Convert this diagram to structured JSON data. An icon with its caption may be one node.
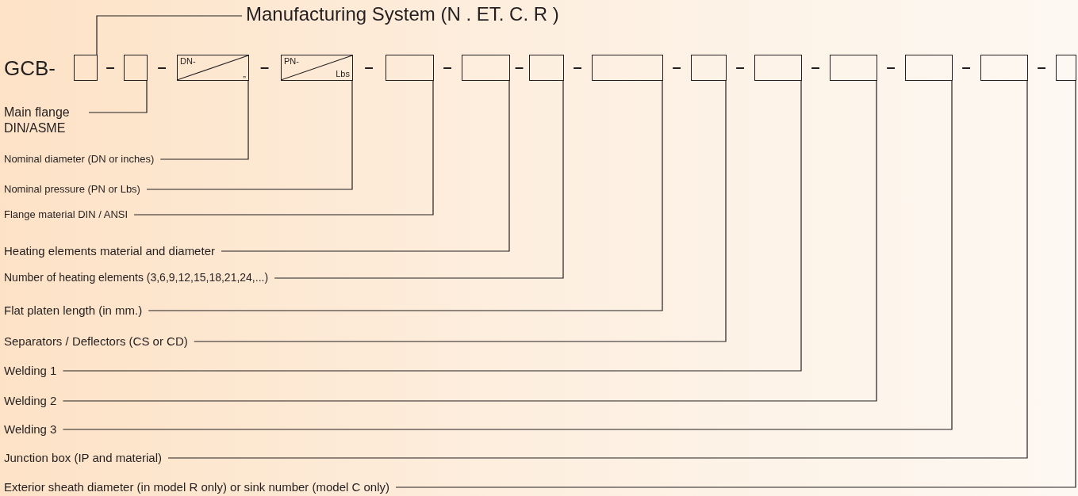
{
  "diagram": {
    "nodes": [
      {
        "text": [
          "Manufacturing System (N . ET. C. R )"
        ]
      },
      {
        "text": [],
        "shape": "box"
      },
      {
        "text": [],
        "shape": "box"
      },
      {
        "text": [
          "DN-",
          "„"
        ]
      },
      {
        "text": [
          "PN-",
          "Lbs"
        ]
      },
      {
        "text": [],
        "shape": "box"
      },
      {
        "text": [],
        "shape": "box"
      },
      {
        "text": [],
        "shape": "box"
      },
      {
        "text": [],
        "shape": "box"
      },
      {
        "text": [],
        "shape": "box"
      },
      {
        "text": [],
        "shape": "box"
      },
      {
        "text": [],
        "shape": "box"
      },
      {
        "text": [],
        "shape": "box"
      },
      {
        "text": [],
        "shape": "box"
      },
      {
        "text": [],
        "shape": "box"
      },
      {
        "text": [
          "Main flange DIN/ASME"
        ]
      },
      {
        "text": [
          "Nominal diameter (DN or inches)"
        ]
      },
      {
        "text": [
          "Nominal pressure (PN or Lbs)"
        ]
      },
      {
        "text": [
          "Flange material DIN / ANSI"
        ]
      },
      {
        "text": [
          "Heating elements material and diameter"
        ]
      },
      {
        "text": [
          "Number of heating elements (3,6,9,12,15,18,21,24,...)"
        ]
      },
      {
        "text": [
          "Flat platen length (in mm.)"
        ]
      },
      {
        "text": [
          "Separators / Deflectors (CS or CD)"
        ]
      },
      {
        "text": [
          "Welding 1"
        ]
      },
      {
        "text": [
          "Welding 2"
        ]
      },
      {
        "text": [
          "Welding 3"
        ]
      },
      {
        "text": [
          "Junction box (IP and material)"
        ]
      },
      {
        "text": [
          "Exterior sheath diameter (in model R only) or sink number (model C only)"
        ]
      }
    ],
    "edges": [
      {
        "from": 0,
        "to": 1,
        "arrow": "none"
      },
      {
        "from": 15,
        "to": 2,
        "arrow": "none"
      },
      {
        "from": 16,
        "to": 3,
        "arrow": "none"
      },
      {
        "from": 17,
        "to": 4,
        "arrow": "none"
      },
      {
        "from": 18,
        "to": 5,
        "arrow": "none"
      },
      {
        "from": 19,
        "to": 6,
        "arrow": "none"
      },
      {
        "from": 20,
        "to": 7,
        "arrow": "none"
      },
      {
        "from": 21,
        "to": 8,
        "arrow": "none"
      },
      {
        "from": 22,
        "to": 9,
        "arrow": "none"
      },
      {
        "from": 23,
        "to": 10,
        "arrow": "none"
      },
      {
        "from": 24,
        "to": 11,
        "arrow": "none"
      },
      {
        "from": 25,
        "to": 12,
        "arrow": "none"
      },
      {
        "from": 26,
        "to": 13,
        "arrow": "none"
      },
      {
        "from": 27,
        "to": 14,
        "arrow": "none"
      }
    ],
    "labels": [
      "GCB-",
      "–",
      "–",
      "–",
      "–",
      "–",
      "–",
      "–",
      "–",
      "–",
      "–",
      "–",
      "–",
      "–"
    ]
  }
}
